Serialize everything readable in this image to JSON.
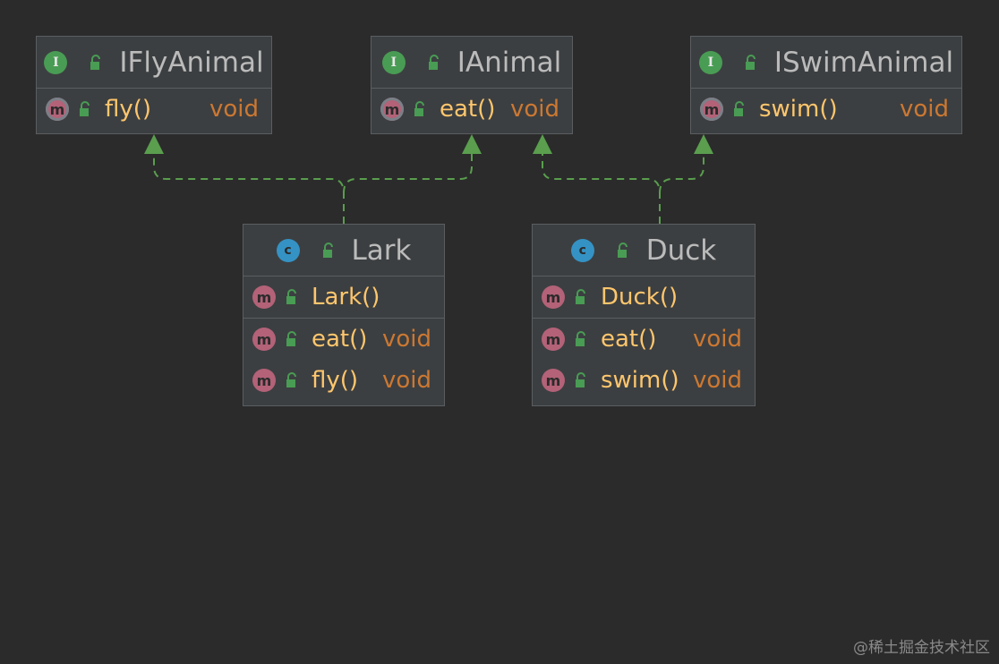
{
  "interfaces": [
    {
      "name": "IFlyAnimal",
      "kind": "I",
      "methods": [
        {
          "name": "fly()",
          "returns": "void"
        }
      ]
    },
    {
      "name": "IAnimal",
      "kind": "I",
      "methods": [
        {
          "name": "eat()",
          "returns": "void"
        }
      ]
    },
    {
      "name": "ISwimAnimal",
      "kind": "I",
      "methods": [
        {
          "name": "swim()",
          "returns": "void"
        }
      ]
    }
  ],
  "classes": [
    {
      "name": "Lark",
      "kind": "C",
      "constructor": "Lark()",
      "methods": [
        {
          "name": "eat()",
          "returns": "void"
        },
        {
          "name": "fly()",
          "returns": "void"
        }
      ]
    },
    {
      "name": "Duck",
      "kind": "C",
      "constructor": "Duck()",
      "methods": [
        {
          "name": "eat()",
          "returns": "void"
        },
        {
          "name": "swim()",
          "returns": "void"
        }
      ]
    }
  ],
  "relations": [
    {
      "from": "Lark",
      "to": "IFlyAnimal",
      "type": "implements"
    },
    {
      "from": "Lark",
      "to": "IAnimal",
      "type": "implements"
    },
    {
      "from": "Duck",
      "to": "IAnimal",
      "type": "implements"
    },
    {
      "from": "Duck",
      "to": "ISwimAnimal",
      "type": "implements"
    }
  ],
  "badges": {
    "interface": "I",
    "class": "c",
    "method": "m"
  },
  "colors": {
    "background": "#2b2b2b",
    "node_fill": "#3c3f41",
    "border": "#5b5e61",
    "title": "#bbbbbb",
    "method": "#ffc66d",
    "return_type": "#cc7832",
    "edge": "#5a9e4e",
    "interface_badge": "#499c54",
    "class_badge": "#3592c4",
    "method_badge": "#b36278"
  },
  "watermark": "@稀土掘金技术社区"
}
